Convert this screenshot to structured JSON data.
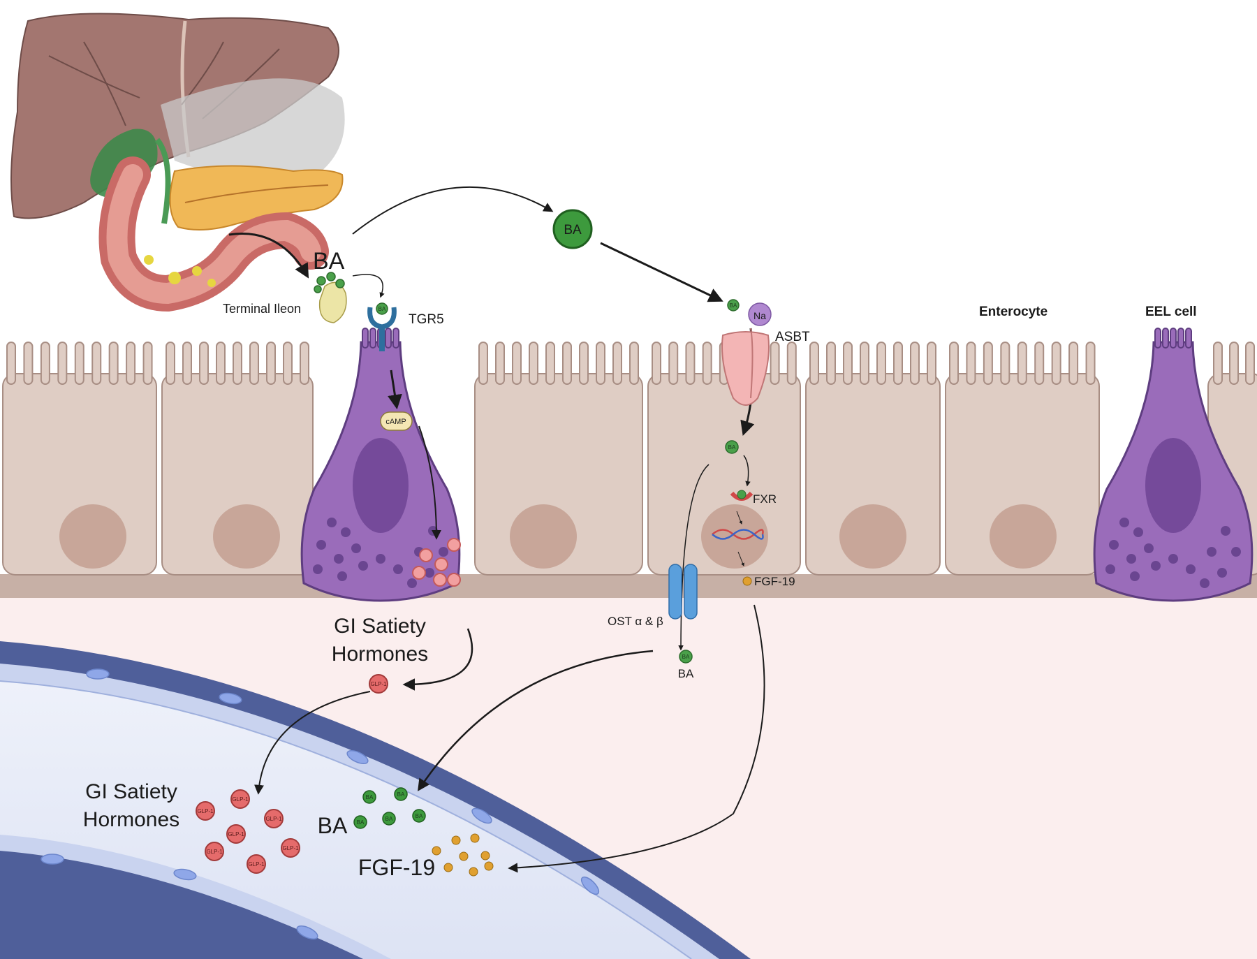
{
  "labels": {
    "ba_top": "BA",
    "terminal_ileon": "Terminal Ileon",
    "tgr5": "TGR5",
    "camp": "cAMP",
    "ba_circle": "BA",
    "na": "Na",
    "asbt": "ASBT",
    "enterocyte": "Enterocyte",
    "eel_cell": "EEL cell",
    "fxr": "FXR",
    "fgf19_cell": "FGF-19",
    "ost": "OST α & β",
    "ba_ost": "BA",
    "gi_hormones_top": "GI Satiety Hormones",
    "gi_hormones_vessel": "GI Satiety Hormones",
    "glp1": "GLP-1",
    "ba_vessel": "BA",
    "fgf19_vessel": "FGF-19",
    "ba_dot": "BA"
  },
  "colors": {
    "cell_fill": "#dfcdc4",
    "cell_stroke": "#a88e84",
    "nucleus": "#c8a699",
    "eel_cell": "#9a6cba",
    "eel_nucleus": "#754a9a",
    "ba_green": "#3d9a3d",
    "glp1_red": "#e56b6b",
    "fgf19_orange": "#e0a030",
    "vessel_wall": "#4f5f9a",
    "vessel_lumen": "#e2e7f6",
    "lamina": "#fbeeee",
    "asbt": "#f3b5b5",
    "ost": "#5a9fdc",
    "tgr5": "#2e6f9e"
  },
  "icons": [
    "liver-icon",
    "gallbladder-icon",
    "pancreas-icon",
    "intestine-icon",
    "dna-icon"
  ]
}
